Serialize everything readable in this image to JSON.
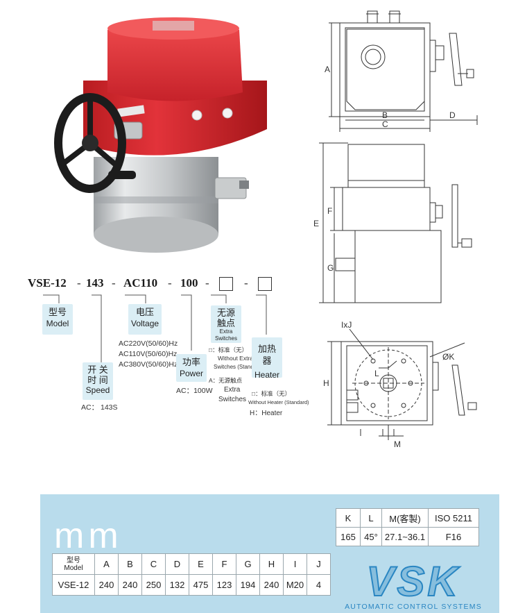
{
  "model_code": {
    "parts": [
      "VSE-12",
      "143",
      "AC110",
      "100"
    ],
    "separator": "-"
  },
  "labels": {
    "model": {
      "cn": "型号",
      "en": "Model"
    },
    "speed": {
      "cn1": "开 关",
      "cn2": "时 间",
      "en": "Speed",
      "note": "AC： 143S"
    },
    "voltage": {
      "cn": "电压",
      "en": "Voltage",
      "options": [
        "AC220V(50/60)Hz",
        "AC110V(50/60)Hz",
        "AC380V(50/60)Hz"
      ]
    },
    "power": {
      "cn": "功率",
      "en": "Power",
      "note": "AC：100W"
    },
    "extra": {
      "cn1": "无源",
      "cn2": "触点",
      "en": "Extra Switches",
      "opt1_line1": "□：标准（无）",
      "opt1_line2": "Without  Extra",
      "opt1_line3": "Switches (Standard)",
      "opt2_line1": "A：无源触点",
      "opt2_line2": "Extra",
      "opt2_line3": "Switches"
    },
    "heater": {
      "cn": "加热器",
      "en": "Heater",
      "opt1_line1": "□：标准（无）",
      "opt1_line2": "Without Heater (Standard)",
      "opt2": "H：Heater"
    }
  },
  "drawing_labels": {
    "top": {
      "a": "A",
      "b": "B",
      "c": "C",
      "d": "D"
    },
    "side": {
      "e": "E",
      "f": "F",
      "g": "G"
    },
    "bottom": {
      "h": "H",
      "ixj": "IxJ",
      "l": "L",
      "k": "ØK",
      "m": "M"
    }
  },
  "unit": "mm",
  "flange_table": {
    "headers": [
      "K",
      "L",
      "M(客製)",
      "ISO 5211"
    ],
    "row": [
      "165",
      "45°",
      "27.1~36.1",
      "F16"
    ]
  },
  "dimension_table": {
    "header_cn": "型号",
    "header_en": "Model",
    "columns": [
      "A",
      "B",
      "C",
      "D",
      "E",
      "F",
      "G",
      "H",
      "I",
      "J"
    ],
    "row_model": "VSE-12",
    "row_values": [
      "240",
      "240",
      "250",
      "132",
      "475",
      "123",
      "194",
      "240",
      "M20",
      "4"
    ]
  },
  "logo": {
    "mark": "VSK",
    "tagline": "AUTOMATIC CONTROL SYSTEMS"
  },
  "colors": {
    "actuator_red": "#d8272b",
    "handwheel": "#1c1c1c",
    "panel": "#b9dcec",
    "label_bg": "#dbeef5",
    "logo_blue": "#2a86c2"
  }
}
